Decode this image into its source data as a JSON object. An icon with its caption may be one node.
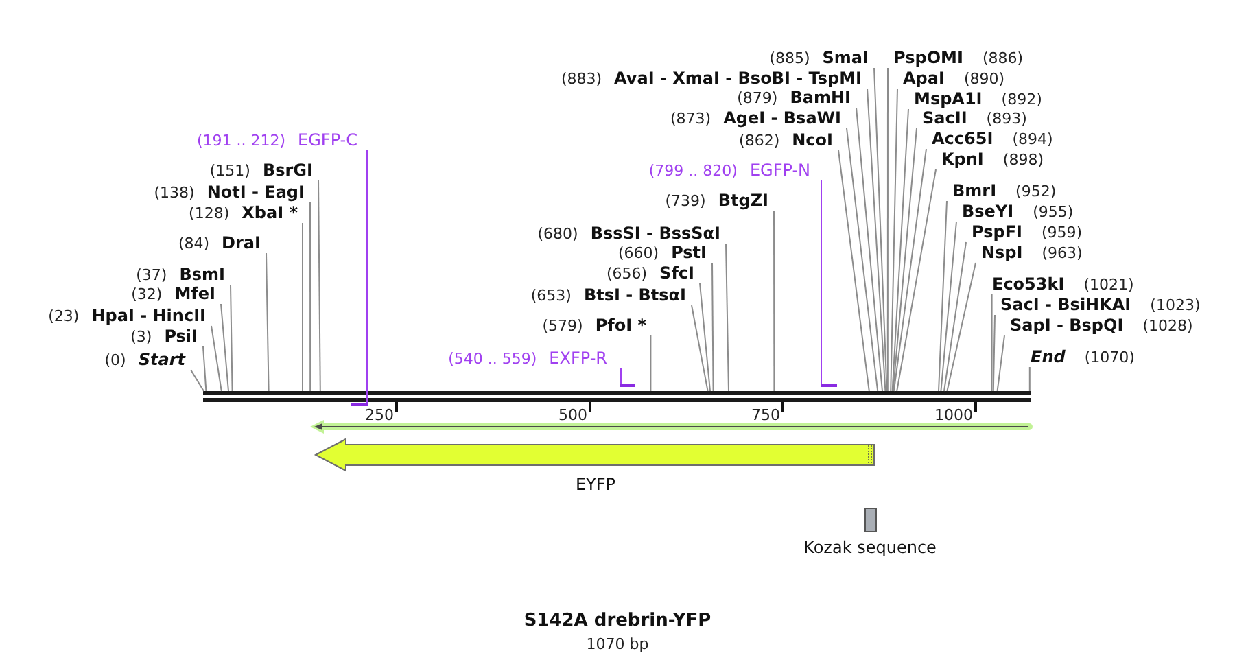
{
  "diagram": {
    "title": "S142A drebrin-YFP",
    "caption": "1070 bp",
    "nodes": [
      {
        "text": [],
        "shape": "bar"
      },
      {
        "text": [
          "(0)",
          "Start"
        ]
      },
      {
        "text": [
          "(3)",
          "PsiI"
        ]
      },
      {
        "text": [
          "(23)",
          "HpaI - HincII"
        ]
      },
      {
        "text": [
          "(32)",
          "MfeI"
        ]
      },
      {
        "text": [
          "(37)",
          "BsmI"
        ]
      },
      {
        "text": [
          "(84)",
          "DraI"
        ]
      },
      {
        "text": [
          "(128)",
          "XbaI *"
        ]
      },
      {
        "text": [
          "(138)",
          "NotI - EagI"
        ]
      },
      {
        "text": [
          "(151)",
          "BsrGI"
        ]
      },
      {
        "text": [
          "(191 .. 212)",
          "EGFP-C"
        ]
      },
      {
        "text": [],
        "shape": "bar"
      },
      {
        "text": [
          "(540 .. 559)",
          "EXFP-R"
        ]
      },
      {
        "text": [],
        "shape": "bar"
      },
      {
        "text": [
          "(579)",
          "PfoI *"
        ]
      },
      {
        "text": [
          "(653)",
          "BtsI - BtsαI"
        ]
      },
      {
        "text": [
          "(656)",
          "SfcI"
        ]
      },
      {
        "text": [
          "(660)",
          "PstI"
        ]
      },
      {
        "text": [
          "(680)",
          "BssSI - BssSαI"
        ]
      },
      {
        "text": [
          "(739)",
          "BtgZI"
        ]
      },
      {
        "text": [
          "(799 .. 820)",
          "EGFP-N"
        ]
      },
      {
        "text": [],
        "shape": "bar"
      },
      {
        "text": [
          "(862)",
          "NcoI"
        ]
      },
      {
        "text": [
          "(873)",
          "AgeI - BsaWI"
        ]
      },
      {
        "text": [
          "(879)",
          "BamHI"
        ]
      },
      {
        "text": [
          "(883)",
          "AvaI - XmaI - BsoBI - TspMI"
        ]
      },
      {
        "text": [
          "(885)",
          "SmaI"
        ]
      },
      {
        "text": [
          "PspOMI",
          "(886)"
        ]
      },
      {
        "text": [
          "ApaI",
          "(890)"
        ]
      },
      {
        "text": [
          "MspA1I",
          "(892)"
        ]
      },
      {
        "text": [
          "SacII",
          "(893)"
        ]
      },
      {
        "text": [
          "Acc65I",
          "(894)"
        ]
      },
      {
        "text": [
          "KpnI",
          "(898)"
        ]
      },
      {
        "text": [
          "BmrI",
          "(952)"
        ]
      },
      {
        "text": [
          "BseYI",
          "(955)"
        ]
      },
      {
        "text": [
          "PspFI",
          "(959)"
        ]
      },
      {
        "text": [
          "NspI",
          "(963)"
        ]
      },
      {
        "text": [
          "Eco53kI",
          "(1021)"
        ]
      },
      {
        "text": [
          "SacI - BsiHKAI",
          "(1023)"
        ]
      },
      {
        "text": [
          "SapI - BspQI",
          "(1028)"
        ]
      },
      {
        "text": [
          "End",
          "(1070)"
        ]
      },
      {
        "text": [],
        "shape": "arrow"
      },
      {
        "text": [
          "EYFP"
        ]
      },
      {
        "text": [
          "Kozak sequence"
        ]
      }
    ],
    "edges": [
      {
        "from": 1,
        "to": 0,
        "arrow": "none"
      },
      {
        "from": 2,
        "to": 0,
        "arrow": "none"
      },
      {
        "from": 3,
        "to": 0,
        "arrow": "none"
      },
      {
        "from": 4,
        "to": 0,
        "arrow": "none"
      },
      {
        "from": 5,
        "to": 0,
        "arrow": "none"
      },
      {
        "from": 6,
        "to": 0,
        "arrow": "none"
      },
      {
        "from": 7,
        "to": 0,
        "arrow": "none"
      },
      {
        "from": 8,
        "to": 0,
        "arrow": "none"
      },
      {
        "from": 9,
        "to": 0,
        "arrow": "none"
      },
      {
        "from": 10,
        "to": 11,
        "arrow": "none",
        "color": "#a040f0"
      },
      {
        "from": 12,
        "to": 13,
        "arrow": "none",
        "color": "#a040f0"
      },
      {
        "from": 14,
        "to": 0,
        "arrow": "none"
      },
      {
        "from": 15,
        "to": 0,
        "arrow": "none"
      },
      {
        "from": 16,
        "to": 0,
        "arrow": "none"
      },
      {
        "from": 17,
        "to": 0,
        "arrow": "none"
      },
      {
        "from": 18,
        "to": 0,
        "arrow": "none"
      },
      {
        "from": 19,
        "to": 0,
        "arrow": "none"
      },
      {
        "from": 20,
        "to": 21,
        "arrow": "none",
        "color": "#a040f0"
      },
      {
        "from": 22,
        "to": 0,
        "arrow": "none"
      },
      {
        "from": 23,
        "to": 0,
        "arrow": "none"
      },
      {
        "from": 24,
        "to": 0,
        "arrow": "none"
      },
      {
        "from": 25,
        "to": 0,
        "arrow": "none"
      },
      {
        "from": 26,
        "to": 0,
        "arrow": "none"
      },
      {
        "from": 27,
        "to": 0,
        "arrow": "none"
      },
      {
        "from": 28,
        "to": 0,
        "arrow": "none"
      },
      {
        "from": 29,
        "to": 0,
        "arrow": "none"
      },
      {
        "from": 30,
        "to": 0,
        "arrow": "none"
      },
      {
        "from": 31,
        "to": 0,
        "arrow": "none"
      },
      {
        "from": 32,
        "to": 0,
        "arrow": "none"
      },
      {
        "from": 33,
        "to": 0,
        "arrow": "none"
      },
      {
        "from": 34,
        "to": 0,
        "arrow": "none"
      },
      {
        "from": 35,
        "to": 0,
        "arrow": "none"
      },
      {
        "from": 36,
        "to": 0,
        "arrow": "none"
      },
      {
        "from": 37,
        "to": 0,
        "arrow": "none"
      },
      {
        "from": 38,
        "to": 0,
        "arrow": "none"
      },
      {
        "from": 39,
        "to": 0,
        "arrow": "none"
      },
      {
        "from": 40,
        "to": 0,
        "arrow": "none"
      }
    ],
    "labels": [
      "250",
      "500",
      "750",
      "1000"
    ]
  }
}
